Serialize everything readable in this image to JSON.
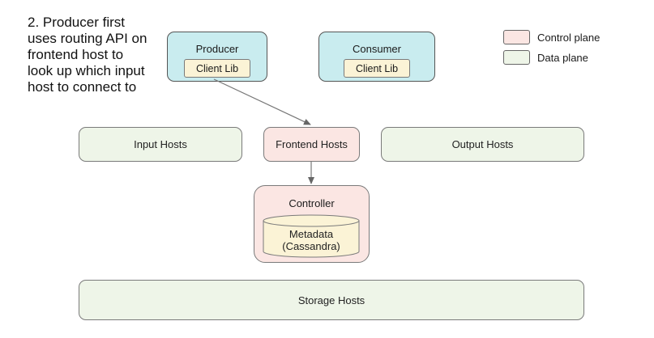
{
  "annotation": {
    "lines": [
      "2. Producer first",
      "uses routing API on",
      "frontend host to",
      "look up which input",
      "host to connect to"
    ]
  },
  "producer": {
    "title": "Producer",
    "lib": "Client Lib"
  },
  "consumer": {
    "title": "Consumer",
    "lib": "Client Lib"
  },
  "legend": {
    "control": {
      "label": "Control plane",
      "color": "#fbe6e3"
    },
    "data": {
      "label": "Data plane",
      "color": "#eef5e8"
    }
  },
  "input_hosts": "Input Hosts",
  "frontend_hosts": "Frontend Hosts",
  "output_hosts": "Output Hosts",
  "controller": {
    "title": "Controller",
    "metadata_line1": "Metadata",
    "metadata_line2": "(Cassandra)"
  },
  "storage_hosts": "Storage Hosts",
  "colors": {
    "client": "#c9ecef",
    "client_lib": "#fbf3d6",
    "cylinder": "#fbf3d6",
    "border": "#7a7a7a"
  }
}
